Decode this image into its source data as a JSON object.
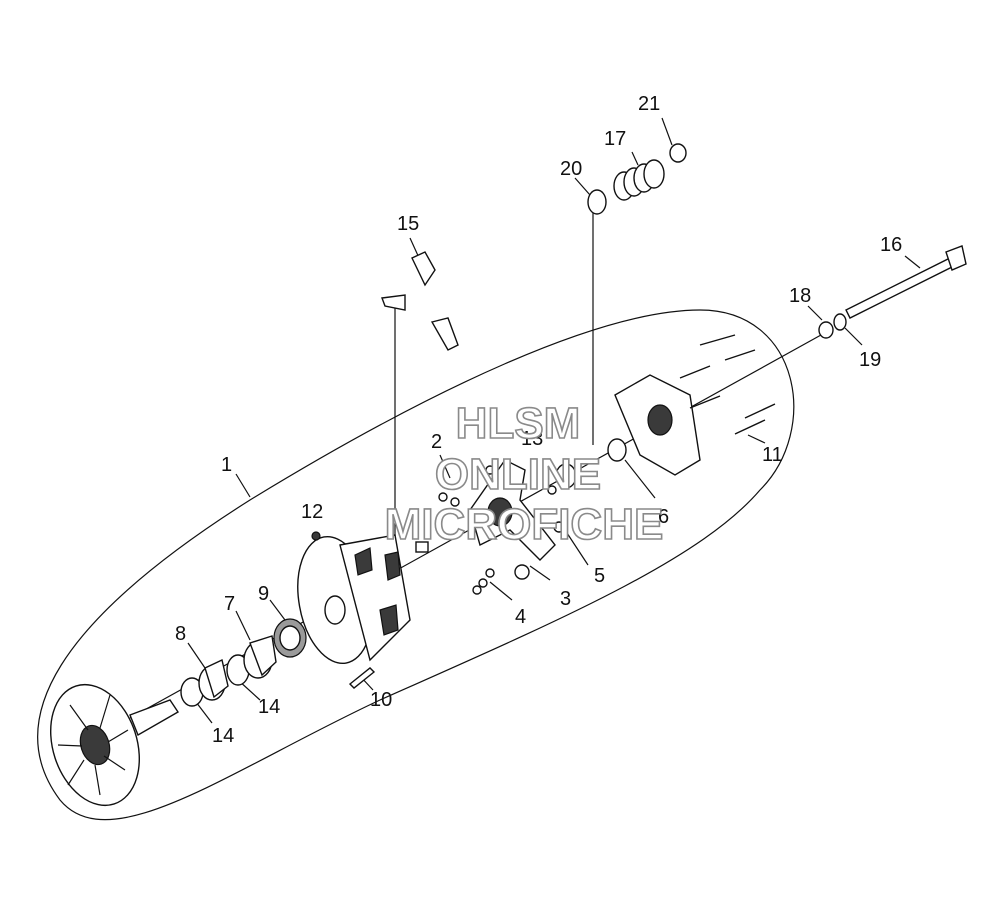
{
  "diagram": {
    "callouts": [
      "1",
      "2",
      "3",
      "4",
      "5",
      "6",
      "7",
      "8",
      "9",
      "10",
      "11",
      "12",
      "13",
      "14",
      "14",
      "15",
      "16",
      "17",
      "18",
      "19",
      "20",
      "21"
    ],
    "watermark": [
      "HLSM",
      "ONLINE",
      "MICROFICHE"
    ]
  }
}
